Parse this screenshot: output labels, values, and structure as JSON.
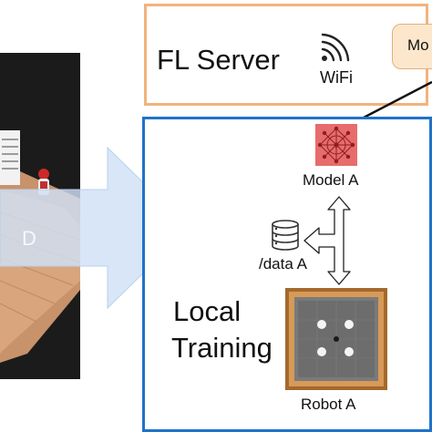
{
  "server": {
    "title": "FL Server",
    "wifi_label": "WiFi",
    "model_tag": "Mo"
  },
  "local": {
    "title_line1": "Local",
    "title_line2": "Training",
    "model_label": "Model A",
    "data_label": "/data A",
    "robot_label": "Robot A"
  },
  "scene": {
    "floor_label": "D"
  },
  "colors": {
    "server_border": "#f2b37c",
    "local_border": "#1f73c8",
    "arrow_fill": "#cfe0f6",
    "model_icon": "#e86c6c",
    "model_tag_fill": "#fde7cc"
  },
  "icons": [
    "wifi-icon",
    "network-model-icon",
    "database-icon",
    "robot-arena-icon"
  ]
}
